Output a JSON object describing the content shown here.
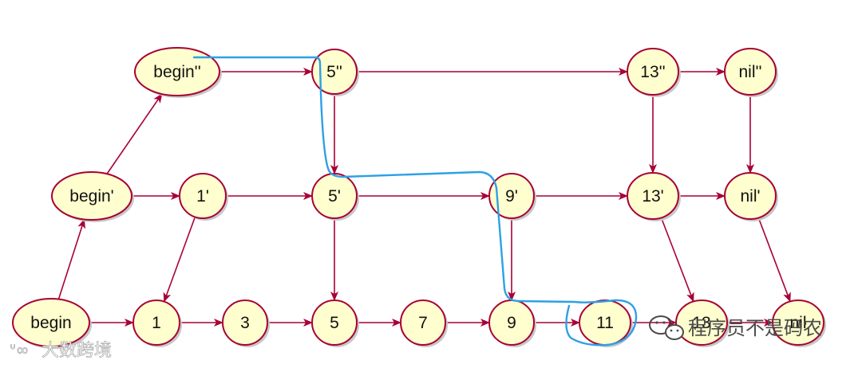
{
  "nodes": {
    "begin2": "begin''",
    "five2": "5''",
    "thirteen2": "13''",
    "nil2": "nil''",
    "begin1": "begin'",
    "one1": "1'",
    "five1": "5'",
    "nine1": "9'",
    "thirteen1": "13'",
    "nil1": "nil'",
    "begin0": "begin",
    "one0": "1",
    "three0": "3",
    "five0": "5",
    "seven0": "7",
    "nine0": "9",
    "eleven0": "11",
    "thirteen0": "13",
    "nil0": "nil"
  },
  "watermarks": {
    "left": "大数跨境",
    "right": "程序员不是码农"
  },
  "colors": {
    "node_fill": "#fefece",
    "node_stroke": "#a80036",
    "edge": "#a80036",
    "search_path": "#2ea0e6"
  }
}
